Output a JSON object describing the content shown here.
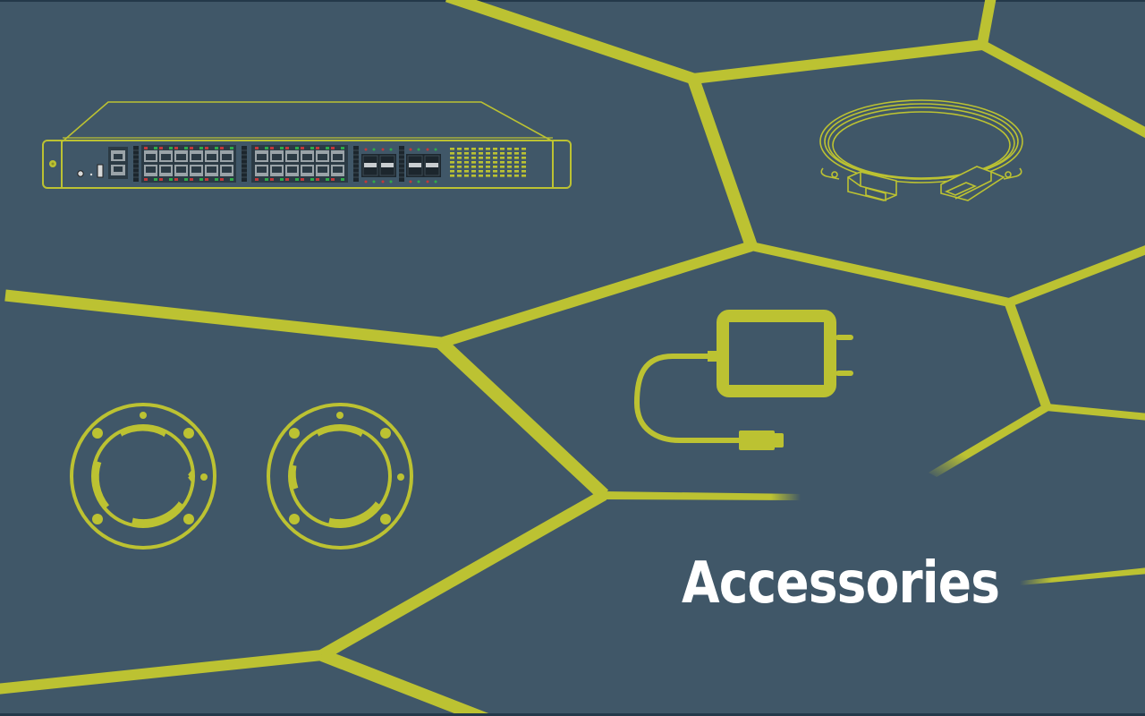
{
  "banner": {
    "title": "Accessories",
    "colors": {
      "background": "#405768",
      "accent": "#bcc232",
      "title_text": "#ffffff",
      "port_red": "#c0393b",
      "port_green": "#2faa4a",
      "port_body": "#9aa3a8",
      "panel_dark": "#2b3a44"
    }
  },
  "illustrations": [
    {
      "name": "network-switch",
      "icon": "network-switch-icon"
    },
    {
      "name": "direct-attach-cable",
      "icon": "dac-cable-icon"
    },
    {
      "name": "power-adapter",
      "icon": "power-adapter-icon"
    },
    {
      "name": "mounting-ring-1",
      "icon": "mounting-ring-icon"
    },
    {
      "name": "mounting-ring-2",
      "icon": "mounting-ring-icon"
    }
  ]
}
